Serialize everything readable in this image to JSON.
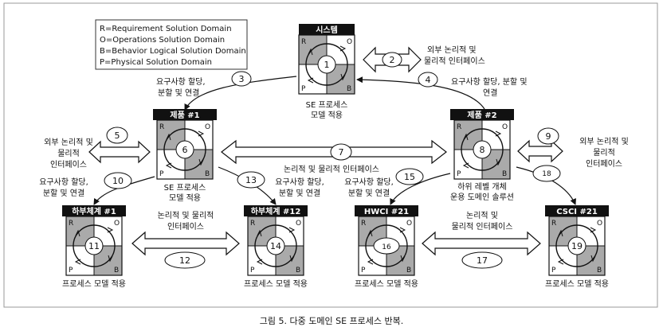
{
  "legend": [
    "R=Requirement Solution Domain",
    "O=Operations Solution Domain",
    "B=Behavior Logical Solution Domain",
    "P=Physical Solution Domain"
  ],
  "nodes": {
    "system": {
      "title": "시스템",
      "num": "1",
      "caption": [
        "SE 프로세스",
        "모델 적용"
      ]
    },
    "product1": {
      "title": "제품 #1",
      "num": "6",
      "caption": [
        "SE 프로세스",
        "모델 적용"
      ]
    },
    "product2": {
      "title": "제품 #2",
      "num": "8",
      "caption": [
        "하위 레벨 개체",
        "운용 도메인 솔루션"
      ]
    },
    "sub1": {
      "title": "하부체계 #1",
      "num": "11",
      "caption": [
        "프로세스 모델 적용"
      ]
    },
    "sub12": {
      "title": "하부체계 #12",
      "num": "14",
      "caption": [
        "프로세스 모델 적용"
      ]
    },
    "hwci": {
      "title": "HWCI #21",
      "num": "16",
      "caption": [
        "프로세스 모델 적용"
      ]
    },
    "csci": {
      "title": "CSCI #21",
      "num": "19",
      "caption": [
        "프로세스 모델 적용"
      ]
    }
  },
  "quad_letters": {
    "r": "R",
    "o": "O",
    "p": "P",
    "b": "B"
  },
  "steps": {
    "s2": "2",
    "s3": "3",
    "s4": "4",
    "s5": "5",
    "s7": "7",
    "s9": "9",
    "s10": "10",
    "s12": "12",
    "s13": "13",
    "s15": "15",
    "s17": "17",
    "s18": "18"
  },
  "labels": {
    "ext_sys": [
      "외부 논리적 및",
      "물리적 인터페이스"
    ],
    "alloc_left_top": [
      "요구사항 할당,",
      "분할 및 연결"
    ],
    "alloc_right_top": [
      "요구사항 할당, 분할 및",
      "연결"
    ],
    "ext_p1": [
      "외부 논리적 및",
      "물리적",
      "인터페이스"
    ],
    "ext_p2": [
      "외부 논리적 및",
      "물리적",
      "인터페이스"
    ],
    "alloc_p1_sub": [
      "요구사항 할당,",
      "분할 및 연결"
    ],
    "iface_7": "논리적 및 물리적 인터페이스",
    "alloc_13": [
      "요구사항 할당,",
      "분할 및 연결"
    ],
    "alloc_15": [
      "요구사항 할당,",
      "분할 및 연결"
    ],
    "iface_12": [
      "논리적 및 물리적",
      "인터페이스"
    ],
    "iface_17": [
      "논리적 및",
      "물리적 인터페이스"
    ]
  },
  "caption": "그림 5. 다중 도메인 SE 프로세스 반복."
}
